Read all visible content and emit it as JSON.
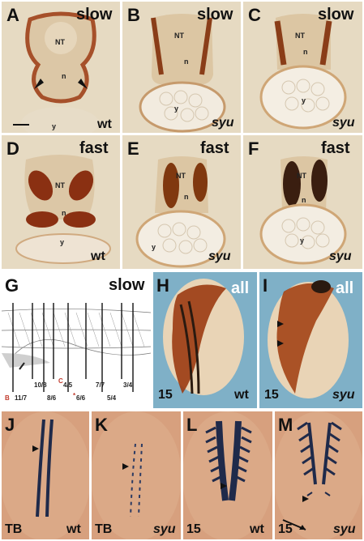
{
  "figure": {
    "panels": [
      {
        "id": "A",
        "letter": "A",
        "type": "slow",
        "genotype": "wt",
        "labels": [
          "NT",
          "n",
          "y"
        ]
      },
      {
        "id": "B",
        "letter": "B",
        "type": "slow",
        "genotype": "syu",
        "labels": [
          "NT",
          "n",
          "y"
        ]
      },
      {
        "id": "C",
        "letter": "C",
        "type": "slow",
        "genotype": "syu",
        "labels": [
          "NT",
          "n",
          "y"
        ]
      },
      {
        "id": "D",
        "letter": "D",
        "type": "fast",
        "genotype": "wt",
        "labels": [
          "NT",
          "n",
          "y"
        ]
      },
      {
        "id": "E",
        "letter": "E",
        "type": "fast",
        "genotype": "syu",
        "labels": [
          "NT",
          "n",
          "y"
        ]
      },
      {
        "id": "F",
        "letter": "F",
        "type": "fast",
        "genotype": "syu",
        "labels": [
          "NT",
          "n",
          "y"
        ]
      },
      {
        "id": "G",
        "letter": "G",
        "type": "slow",
        "counts_top": [
          "10/8",
          "4/5",
          "7/7",
          "3/4"
        ],
        "counts_bottom": [
          "11/7",
          "8/6",
          "6/6",
          "5/4"
        ],
        "marker_B": "B",
        "marker_C": "C",
        "marker_star": "*"
      },
      {
        "id": "H",
        "letter": "H",
        "type": "all",
        "stage": "15",
        "genotype": "wt"
      },
      {
        "id": "I",
        "letter": "I",
        "type": "all",
        "stage": "15",
        "genotype": "syu"
      },
      {
        "id": "J",
        "letter": "J",
        "stage": "TB",
        "genotype": "wt"
      },
      {
        "id": "K",
        "letter": "K",
        "stage": "TB",
        "genotype": "syu"
      },
      {
        "id": "L",
        "letter": "L",
        "stage": "15",
        "genotype": "wt"
      },
      {
        "id": "M",
        "letter": "M",
        "stage": "15",
        "genotype": "syu"
      }
    ]
  },
  "colors": {
    "section_bg": "#e8dcc4",
    "tissue": "#d9c3a0",
    "stain_brown": "#8b3a12",
    "embryo_bg_blue": "#7fb0c7",
    "embryo_beige": "#e9d4b6",
    "whole_mount_bg": "#d7a07e",
    "stain_dark": "#1f2a4a"
  }
}
